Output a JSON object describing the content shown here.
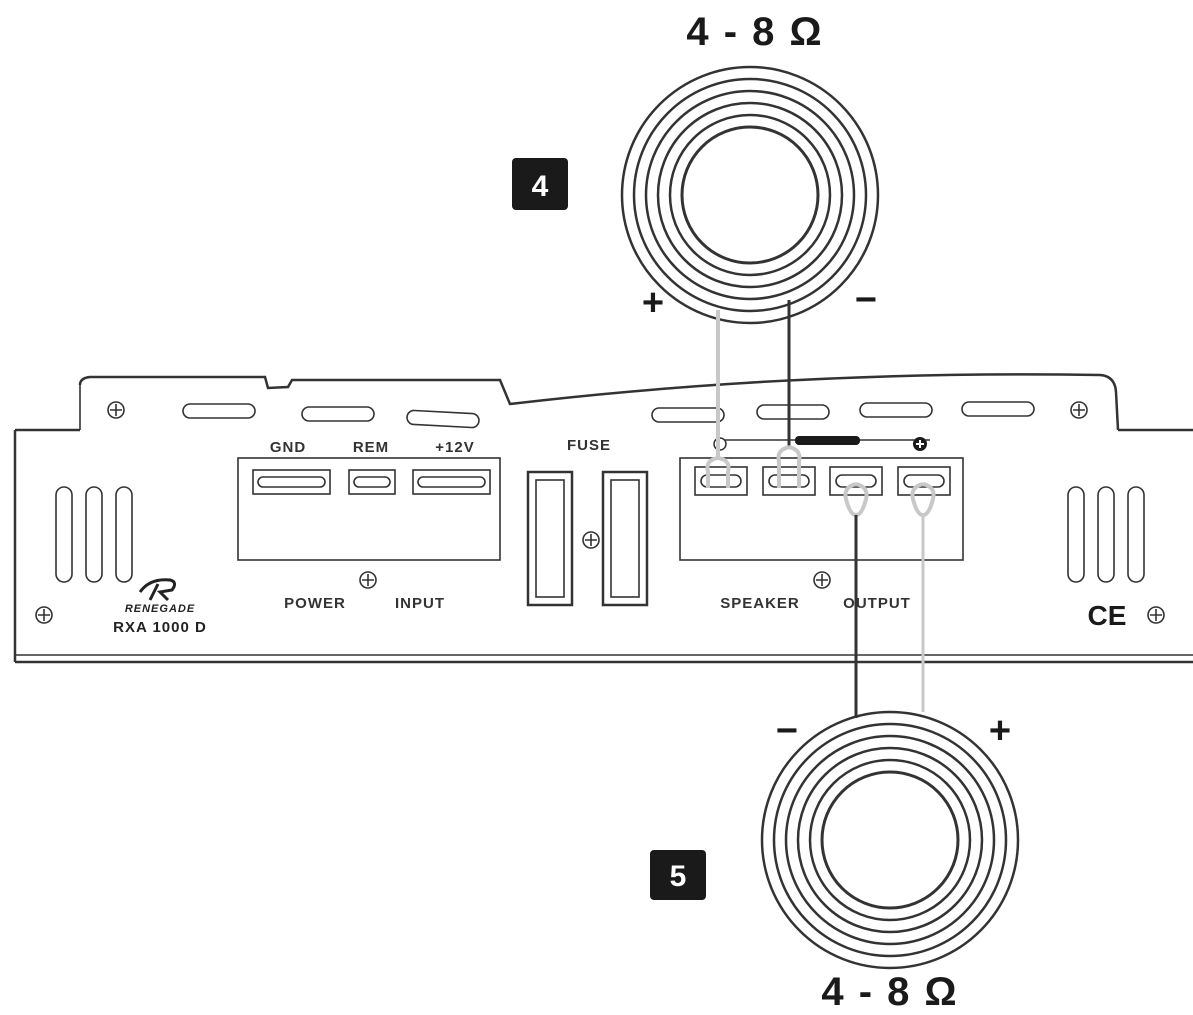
{
  "speakers": {
    "top": {
      "impedance": "4 - 8 Ω",
      "plus": "+",
      "minus": "−",
      "badge": "4"
    },
    "bottom": {
      "impedance": "4 - 8 Ω",
      "plus": "+",
      "minus": "−",
      "badge": "5"
    }
  },
  "amplifier": {
    "brand": "RENEGADE",
    "model": "RXA 1000 D",
    "power_terminals": [
      "GND",
      "REM",
      "+12V"
    ],
    "power_label": "POWER",
    "input_label": "INPUT",
    "fuse_label": "FUSE",
    "speaker_label": "SPEAKER",
    "output_label": "OUTPUT",
    "ce_mark": "CE",
    "terminal_minus": "−",
    "terminal_plus": "+"
  },
  "colors": {
    "line": "#333333",
    "wire_light": "#c8c8c8",
    "wire_dark": "#333333",
    "badge_bg": "#1a1a1a"
  }
}
